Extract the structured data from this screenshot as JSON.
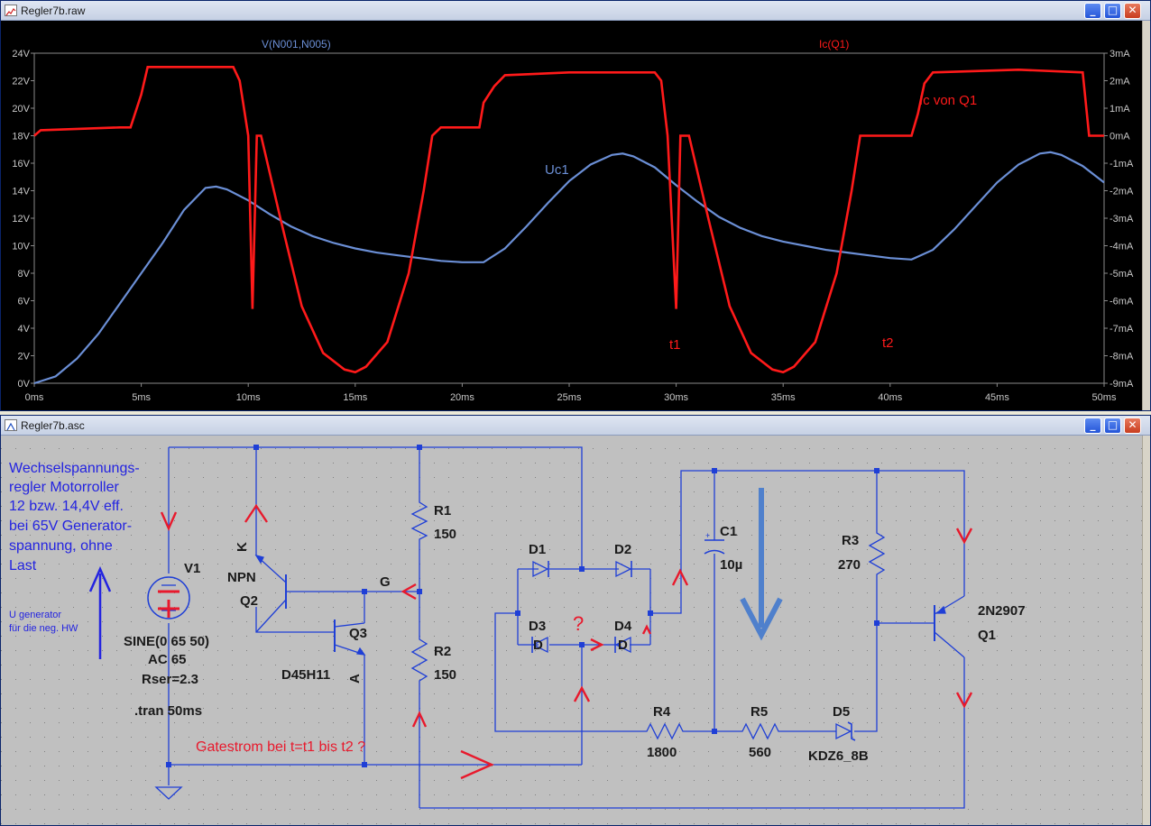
{
  "waveform_window": {
    "title": "Regler7b.raw",
    "trace_label_voltage": "V(N001,N005)",
    "trace_label_current": "Ic(Q1)",
    "annotation_uc1": "Uc1",
    "annotation_ic": "Ic von Q1",
    "annotation_t1": "t1",
    "annotation_t2": "t2",
    "colors": {
      "background": "#000000",
      "voltage_trace": "#6b8fd6",
      "current_trace": "#ff1a1a",
      "grid": "#7a7a7a"
    }
  },
  "chart_data": {
    "type": "line",
    "x_ticks": [
      "0ms",
      "5ms",
      "10ms",
      "15ms",
      "20ms",
      "25ms",
      "30ms",
      "35ms",
      "40ms",
      "45ms",
      "50ms"
    ],
    "y_left_ticks": [
      "0V",
      "2V",
      "4V",
      "6V",
      "8V",
      "10V",
      "12V",
      "14V",
      "16V",
      "18V",
      "20V",
      "22V",
      "24V"
    ],
    "y_right_ticks": [
      "-9mA",
      "-8mA",
      "-7mA",
      "-6mA",
      "-5mA",
      "-4mA",
      "-3mA",
      "-2mA",
      "-1mA",
      "0mA",
      "1mA",
      "2mA",
      "3mA"
    ],
    "xlim": [
      0,
      50
    ],
    "ylim_left": [
      0,
      24
    ],
    "ylim_right": [
      -9,
      3
    ],
    "grid": false,
    "series": [
      {
        "name": "V(N001,N005)",
        "axis": "left",
        "x": [
          0,
          1,
          2,
          3,
          4,
          5,
          6,
          7,
          8,
          8.5,
          9,
          10,
          11,
          12,
          13,
          14,
          15,
          16,
          17,
          18,
          19,
          20,
          21,
          22,
          23,
          24,
          25,
          26,
          27,
          27.5,
          28,
          29,
          30,
          31,
          32,
          33,
          34,
          35,
          36,
          37,
          38,
          39,
          40,
          41,
          42,
          43,
          44,
          45,
          46,
          47,
          47.5,
          48,
          49,
          50
        ],
        "values": [
          0,
          0.5,
          1.8,
          3.6,
          5.8,
          8.0,
          10.2,
          12.6,
          14.2,
          14.3,
          14.1,
          13.3,
          12.3,
          11.4,
          10.7,
          10.2,
          9.8,
          9.5,
          9.3,
          9.1,
          8.9,
          8.8,
          8.8,
          9.8,
          11.4,
          13.1,
          14.7,
          15.9,
          16.6,
          16.7,
          16.5,
          15.7,
          14.4,
          13.2,
          12.1,
          11.3,
          10.7,
          10.3,
          10.0,
          9.7,
          9.5,
          9.3,
          9.1,
          9.0,
          9.7,
          11.2,
          12.9,
          14.6,
          15.9,
          16.7,
          16.8,
          16.6,
          15.8,
          14.6
        ]
      },
      {
        "name": "Ic(Q1)",
        "axis": "right",
        "x": [
          0,
          0.3,
          4,
          4.5,
          5,
          5.3,
          9.3,
          9.6,
          10,
          10.2,
          10.4,
          10.6,
          11.5,
          12.5,
          13.5,
          14.5,
          15,
          15.5,
          16.5,
          17.5,
          18.2,
          18.6,
          19,
          20,
          20.8,
          21,
          21.5,
          22,
          25,
          29,
          29.3,
          29.6,
          30,
          30.2,
          30.3,
          30.6,
          31.5,
          32.5,
          33.5,
          34.5,
          35,
          35.5,
          36.5,
          37.5,
          38.2,
          38.6,
          39,
          40,
          41,
          41.3,
          41.6,
          42,
          46,
          49,
          49.3,
          50
        ],
        "values": [
          0,
          0.2,
          0.3,
          0.3,
          1.5,
          2.5,
          2.5,
          2.0,
          0,
          -6.3,
          0,
          0,
          -3,
          -6.2,
          -7.9,
          -8.5,
          -8.6,
          -8.4,
          -7.5,
          -5,
          -2,
          0,
          0.3,
          0.3,
          0.3,
          1.2,
          1.8,
          2.2,
          2.3,
          2.3,
          2.0,
          0,
          -6.3,
          0,
          0,
          0,
          -3,
          -6.2,
          -7.9,
          -8.5,
          -8.6,
          -8.4,
          -7.5,
          -5,
          -2,
          0,
          0,
          0,
          0,
          0.8,
          1.9,
          2.3,
          2.4,
          2.3,
          0,
          0
        ]
      }
    ]
  },
  "schematic_window": {
    "title": "Regler7b.asc",
    "description_text": [
      "Wechselspannungs-",
      "regler Motorroller",
      "12 bzw. 14,4V eff.",
      "bei 65V Generator-",
      "spannung, ohne",
      "Last"
    ],
    "ugen_text": [
      "U generator",
      "für die neg. HW"
    ],
    "v1_label": "V1",
    "v1_sine": "SINE(0 65 50)",
    "v1_ac": "AC 65",
    "v1_rser": "Rser=2.3",
    "tran": ".tran 50ms",
    "k_label": "K",
    "npn_label": "NPN",
    "q2_label": "Q2",
    "q3_label": "Q3",
    "d45_label": "D45H11",
    "a_label": "A",
    "g_label": "G",
    "r1_label": "R1",
    "r1_value": "150",
    "r2_label": "R2",
    "r2_value": "150",
    "d1_label": "D1",
    "d2_label": "D2",
    "d3_label": "D3",
    "d4_label": "D4",
    "d3_inner": "D",
    "d4_inner": "D",
    "question": "?",
    "c1_label": "C1",
    "c1_value": "10µ",
    "r3_label": "R3",
    "r3_value": "270",
    "q1_label": "Q1",
    "q1_type": "2N2907",
    "r4_label": "R4",
    "r4_value": "1800",
    "r5_label": "R5",
    "r5_value": "560",
    "d5_label": "D5",
    "d5_type": "KDZ6_8B",
    "gate_question": "Gatestrom bei t=t1 bis t2 ?",
    "colors": {
      "background": "#c0c0c0",
      "wire": "#1f3fd6",
      "annotation_red": "#e8192c",
      "big_arrow": "#4f80cc",
      "text_dark": "#1a1a1a",
      "text_blue": "#2323e0"
    }
  }
}
